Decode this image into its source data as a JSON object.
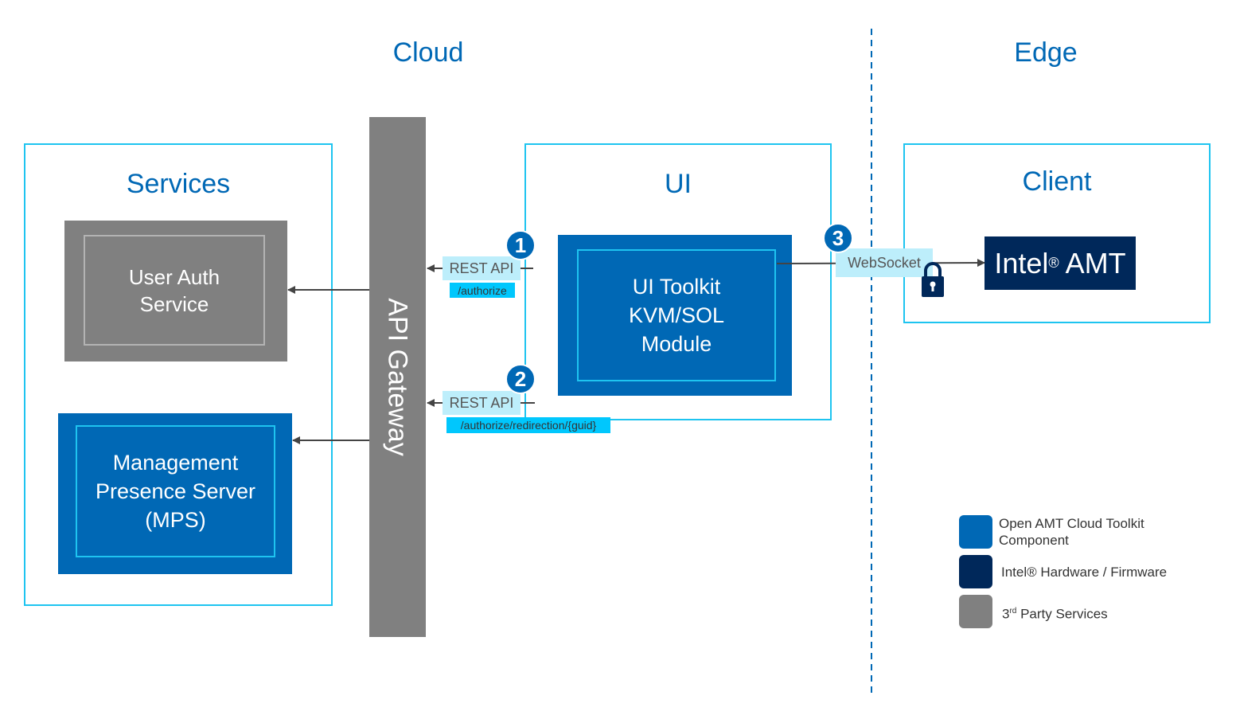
{
  "sections": {
    "cloud": "Cloud",
    "edge": "Edge"
  },
  "services": {
    "title": "Services",
    "user_auth": [
      "User Auth",
      "Service"
    ],
    "mps": [
      "Management",
      "Presence Server",
      "(MPS)"
    ]
  },
  "gateway": {
    "label": "API Gateway"
  },
  "ui": {
    "title": "UI",
    "toolkit": [
      "UI Toolkit",
      "KVM/SOL",
      "Module"
    ]
  },
  "client": {
    "title": "Client",
    "amt_name": "Intel",
    "amt_reg": "®",
    "amt_suffix": " AMT"
  },
  "connections": {
    "step1": {
      "number": "1",
      "label": "REST API",
      "endpoint": "/authorize"
    },
    "step2": {
      "number": "2",
      "label": "REST API",
      "endpoint": "/authorize/redirection/{guid}"
    },
    "step3": {
      "number": "3",
      "label": "WebSocket"
    }
  },
  "legend": {
    "items": [
      {
        "lines": [
          "Open AMT Cloud Toolkit",
          "Component"
        ],
        "color": "#0068b5"
      },
      {
        "lines": [
          "Intel® Hardware / Firmware"
        ],
        "color": "#00285a"
      },
      {
        "prefix": "3",
        "sup": "rd",
        "suffix": " Party Services",
        "color": "#808080"
      }
    ]
  },
  "colors": {
    "accent_blue": "#0068b5",
    "cyan": "#1ec4f0",
    "navy": "#00285a",
    "gray": "#808080"
  },
  "icons": {
    "lock": "lock-icon"
  }
}
